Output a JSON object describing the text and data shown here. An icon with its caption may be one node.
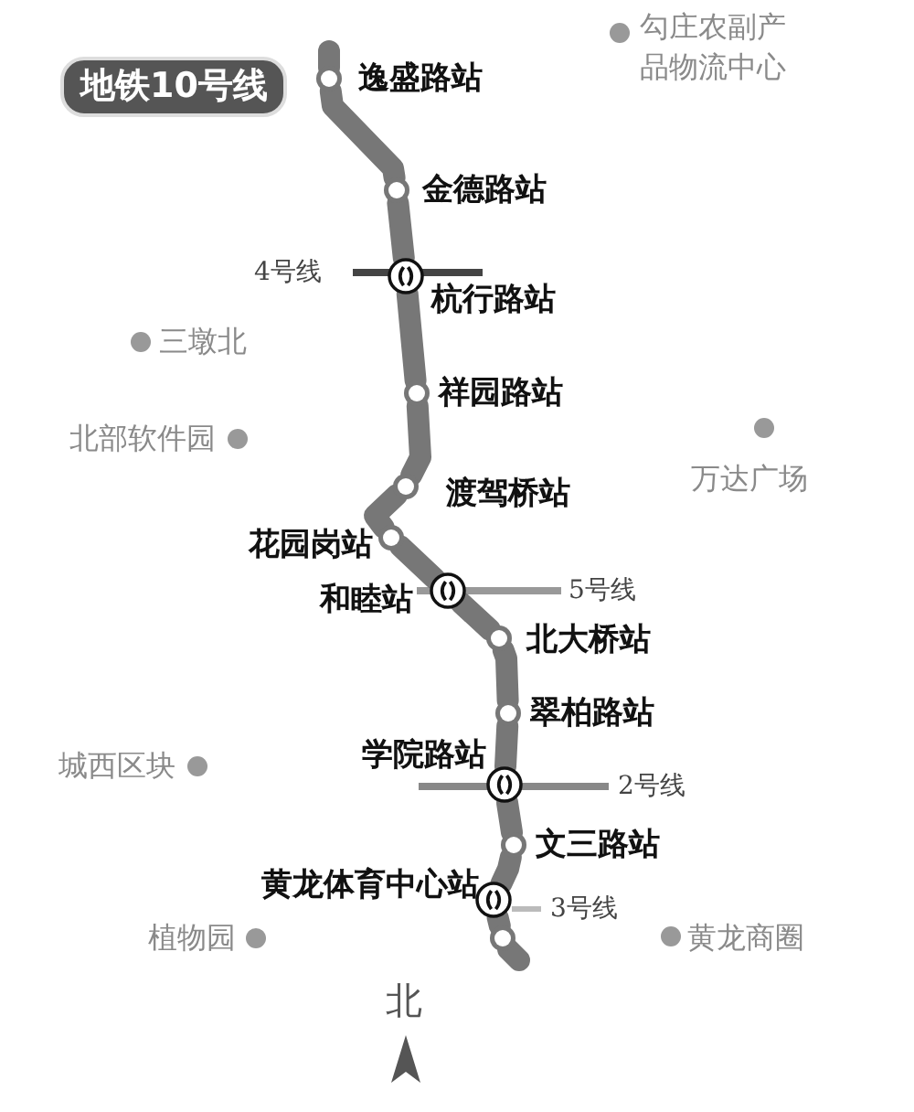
{
  "diagram": {
    "title": "地铁10号线",
    "nodes": [
      {
        "text": [
          "逸盛路站"
        ]
      },
      {
        "text": [
          "金德路站"
        ]
      },
      {
        "text": [
          "杭行路站"
        ]
      },
      {
        "text": [
          "祥园路站"
        ]
      },
      {
        "text": [
          "渡驾桥站"
        ]
      },
      {
        "text": [
          "花园岗站"
        ]
      },
      {
        "text": [
          "和睦站"
        ]
      },
      {
        "text": [
          "北大桥站"
        ]
      },
      {
        "text": [
          "翠柏路站"
        ]
      },
      {
        "text": [
          "学院路站"
        ]
      },
      {
        "text": [
          "文三路站"
        ]
      },
      {
        "text": [
          "黄龙体育中心站"
        ]
      },
      {
        "text": [],
        "shape": "circle"
      }
    ],
    "edges": [
      {
        "from": 0,
        "to": 1,
        "arrow": "none"
      },
      {
        "from": 1,
        "to": 2,
        "arrow": "none"
      },
      {
        "from": 2,
        "to": 3,
        "arrow": "none"
      },
      {
        "from": 3,
        "to": 4,
        "arrow": "none"
      },
      {
        "from": 4,
        "to": 5,
        "arrow": "none"
      },
      {
        "from": 5,
        "to": 6,
        "arrow": "none"
      },
      {
        "from": 6,
        "to": 7,
        "arrow": "none"
      },
      {
        "from": 7,
        "to": 8,
        "arrow": "none"
      },
      {
        "from": 8,
        "to": 9,
        "arrow": "none"
      },
      {
        "from": 9,
        "to": 10,
        "arrow": "none"
      },
      {
        "from": 10,
        "to": 11,
        "arrow": "none"
      },
      {
        "from": 11,
        "to": 12,
        "arrow": "none"
      }
    ],
    "labels": [
      "勾庄农副产品物流中心",
      "4号线",
      "三墩北",
      "北部软件园",
      "万达广场",
      "5号线",
      "城西区块",
      "2号线",
      "3号线",
      "植物园",
      "黄龙商圈",
      "北"
    ]
  }
}
